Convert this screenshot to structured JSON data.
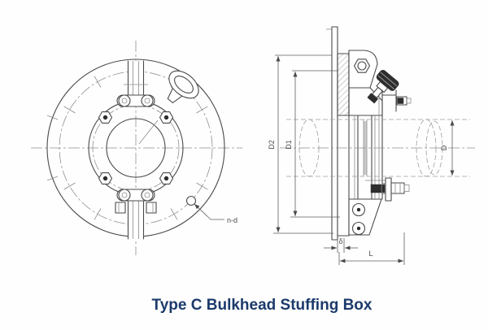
{
  "drawing": {
    "caption": "Type C Bulkhead Stuffing Box",
    "labels": {
      "d2": "D2",
      "d1": "D1",
      "d": "D",
      "delta": "δ",
      "l": "L",
      "nd": "n-d"
    },
    "colors": {
      "line": "#4a4a4a",
      "thin_line": "#8a8a8a",
      "caption": "#1b3a6b",
      "dark_fill": "#2d2d2d",
      "background": "#ffffff"
    }
  }
}
